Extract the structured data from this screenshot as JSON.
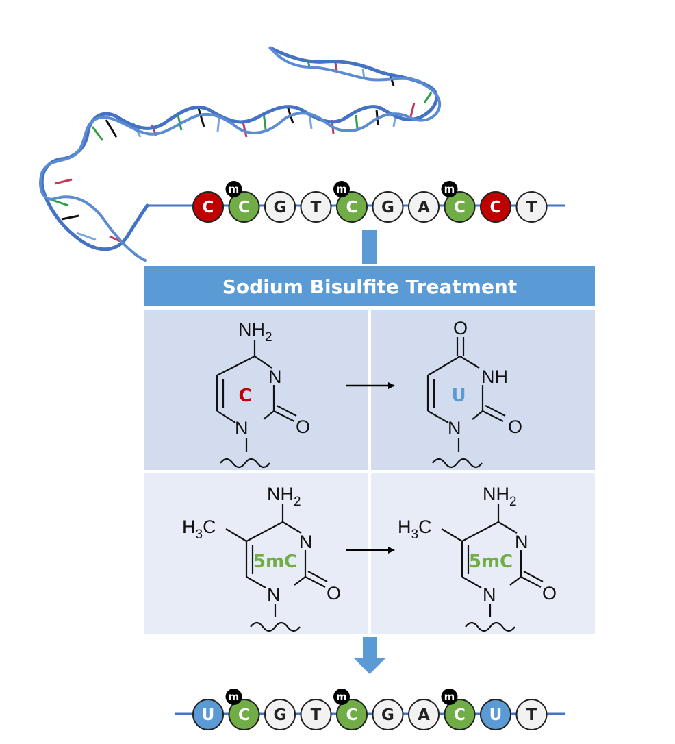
{
  "banner": {
    "title": "Sodium Bisulfite Treatment"
  },
  "colors": {
    "unmethylated_c": "#c00000",
    "methylated_c": "#70ad47",
    "uracil": "#5b9bd5",
    "other_base": "#f2f2f2",
    "methyl_badge": "#000000",
    "banner": "#5b9bd5",
    "panel_top": "#d2dcee",
    "panel_bottom": "#e8ecf6",
    "strand": "#4472c4"
  },
  "sequence_before": {
    "bases": [
      {
        "label": "C",
        "kind": "unmethylated"
      },
      {
        "label": "C",
        "kind": "methylated",
        "mark": "m"
      },
      {
        "label": "G",
        "kind": "plain"
      },
      {
        "label": "T",
        "kind": "plain"
      },
      {
        "label": "C",
        "kind": "methylated",
        "mark": "m"
      },
      {
        "label": "G",
        "kind": "plain"
      },
      {
        "label": "A",
        "kind": "plain"
      },
      {
        "label": "C",
        "kind": "methylated",
        "mark": "m"
      },
      {
        "label": "C",
        "kind": "unmethylated"
      },
      {
        "label": "T",
        "kind": "plain"
      }
    ]
  },
  "sequence_after": {
    "bases": [
      {
        "label": "U",
        "kind": "uracil"
      },
      {
        "label": "C",
        "kind": "methylated",
        "mark": "m"
      },
      {
        "label": "G",
        "kind": "plain"
      },
      {
        "label": "T",
        "kind": "plain"
      },
      {
        "label": "C",
        "kind": "methylated",
        "mark": "m"
      },
      {
        "label": "G",
        "kind": "plain"
      },
      {
        "label": "A",
        "kind": "plain"
      },
      {
        "label": "C",
        "kind": "methylated",
        "mark": "m"
      },
      {
        "label": "U",
        "kind": "uracil"
      },
      {
        "label": "T",
        "kind": "plain"
      }
    ]
  },
  "reactions": {
    "cytosine": {
      "reactant": {
        "ring_label": "C",
        "top_group": "NH",
        "top_sub": "2",
        "n3": "N",
        "n1": "N",
        "o2": "O"
      },
      "product": {
        "ring_label": "U",
        "o4": "O",
        "n3": "NH",
        "n1": "N",
        "o2": "O"
      }
    },
    "methylcytosine": {
      "reactant": {
        "ring_label": "5mC",
        "top_group": "NH",
        "top_sub": "2",
        "methyl": "H",
        "methyl_sub": "3",
        "methyl_tail": "C",
        "n3": "N",
        "n1": "N",
        "o2": "O"
      },
      "product": {
        "ring_label": "5mC",
        "top_group": "NH",
        "top_sub": "2",
        "methyl": "H",
        "methyl_sub": "3",
        "methyl_tail": "C",
        "n3": "N",
        "n1": "N",
        "o2": "O"
      }
    }
  }
}
